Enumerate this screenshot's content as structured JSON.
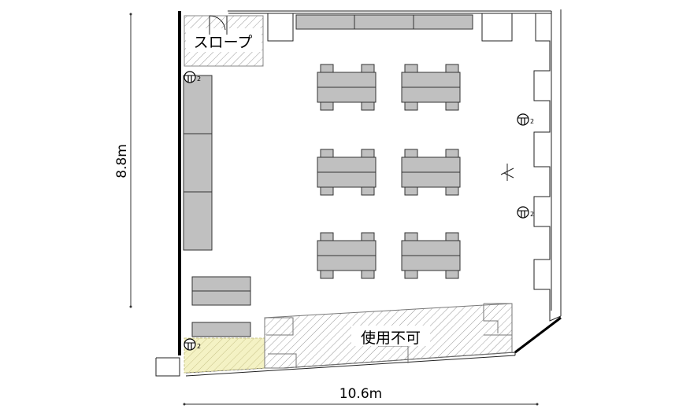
{
  "labels": {
    "slope": "スロープ",
    "unusable": "使用不可",
    "height_dim": "8.8m",
    "width_dim": "10.6m"
  },
  "outlet_marks": [
    "2",
    "2",
    "2",
    "2"
  ],
  "colors": {
    "wall": "#000000",
    "line": "#222222",
    "furniture": "#c0c0c0",
    "hatch": "#999999",
    "highlight": "#f3f1c0"
  },
  "layout": {
    "tables": 6,
    "chairs_per_table": 4,
    "side_cabinets": 3,
    "lower_tables": 2,
    "outlets": 4
  }
}
